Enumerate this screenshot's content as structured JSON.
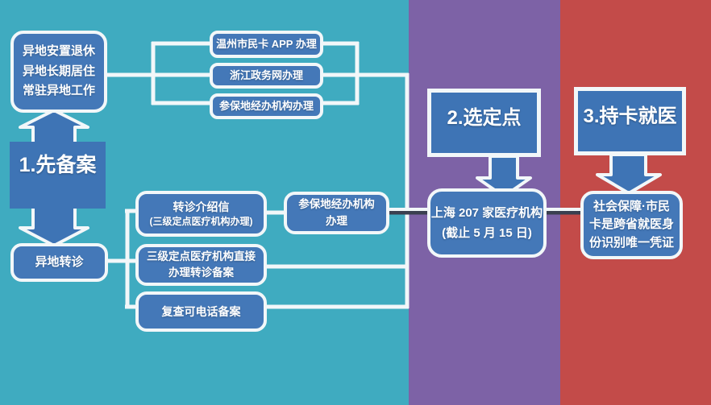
{
  "steps": [
    {
      "id": "step1",
      "label": "1.先备案",
      "section_color": "#3FABC0"
    },
    {
      "id": "step2",
      "label": "2.选定点",
      "section_color": "#7D62A6"
    },
    {
      "id": "step3",
      "label": "3.持卡就医",
      "section_color": "#C34B49"
    }
  ],
  "nodes": {
    "reasons": {
      "lines": [
        "异地安置退休",
        "异地长期居住",
        "常驻异地工作"
      ]
    },
    "wenzhou_app": {
      "label": "温州市民卡 APP 办理"
    },
    "zhejiang_gov": {
      "label": "浙江政务网办理"
    },
    "canbao_agency_top": {
      "label": "参保地经办机构办理"
    },
    "yidi_zhuanzhen": {
      "label": "异地转诊"
    },
    "referral_letter": {
      "lines": [
        "转诊介绍信",
        "(三级定点医疗机构办理)"
      ]
    },
    "canbao_agency_mid": {
      "lines": [
        "参保地经办机构",
        "办理"
      ]
    },
    "tertiary_direct": {
      "lines": [
        "三级定点医疗机构直接",
        "办理转诊备案"
      ]
    },
    "recheck_phone": {
      "label": "复查可电话备案"
    },
    "shanghai_hospitals": {
      "lines": [
        "上海 207 家医疗机构",
        "(截止 5 月 15 日)"
      ]
    },
    "citizen_card": {
      "lines": [
        "社会保障·市民",
        "卡是跨省就医身",
        "份识别唯一凭证"
      ]
    }
  },
  "colors": {
    "teal_bg": "#3FABC0",
    "purple_bg": "#7D62A6",
    "red_bg": "#C34B49",
    "node_fill": "#4478B8",
    "step_fill": "#3E74B5",
    "line_white": "#F2F7F9",
    "line_shadow": "#3A4050",
    "text_white": "#FFFFFF"
  }
}
